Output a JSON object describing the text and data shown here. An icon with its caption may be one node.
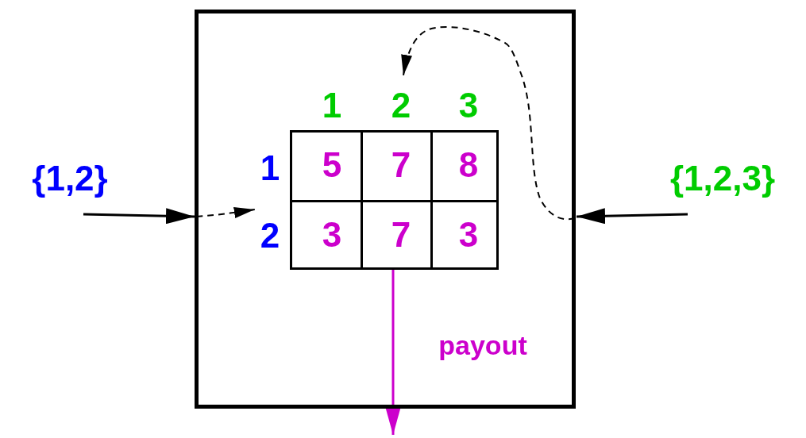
{
  "diagram": {
    "nodes": [
      {
        "text": [
          "{1,2}"
        ]
      },
      {
        "text": [],
        "shape": "box"
      },
      {
        "text": [
          "2"
        ],
        "in": 1
      },
      {
        "text": [
          "2"
        ],
        "in": 1
      },
      {
        "text": [],
        "shape": "box",
        "in": 1
      },
      {
        "text": [
          "{1,2,3}"
        ]
      }
    ],
    "edges": [
      {
        "from": 0,
        "to": 1,
        "arrow": "to"
      },
      {
        "from": 1,
        "to": 3,
        "arrow": "to",
        "style": "dashed"
      },
      {
        "from": 5,
        "to": 1,
        "arrow": "to"
      },
      {
        "from": 1,
        "to": 2,
        "arrow": "to",
        "style": "dashed"
      },
      {
        "from": 4,
        "to": null,
        "arrow": "to",
        "label": "payout",
        "color": "#cc00cc"
      }
    ],
    "labels": [
      "1",
      "3",
      "1",
      "5",
      "7",
      "8",
      "3",
      "7",
      "3"
    ]
  }
}
